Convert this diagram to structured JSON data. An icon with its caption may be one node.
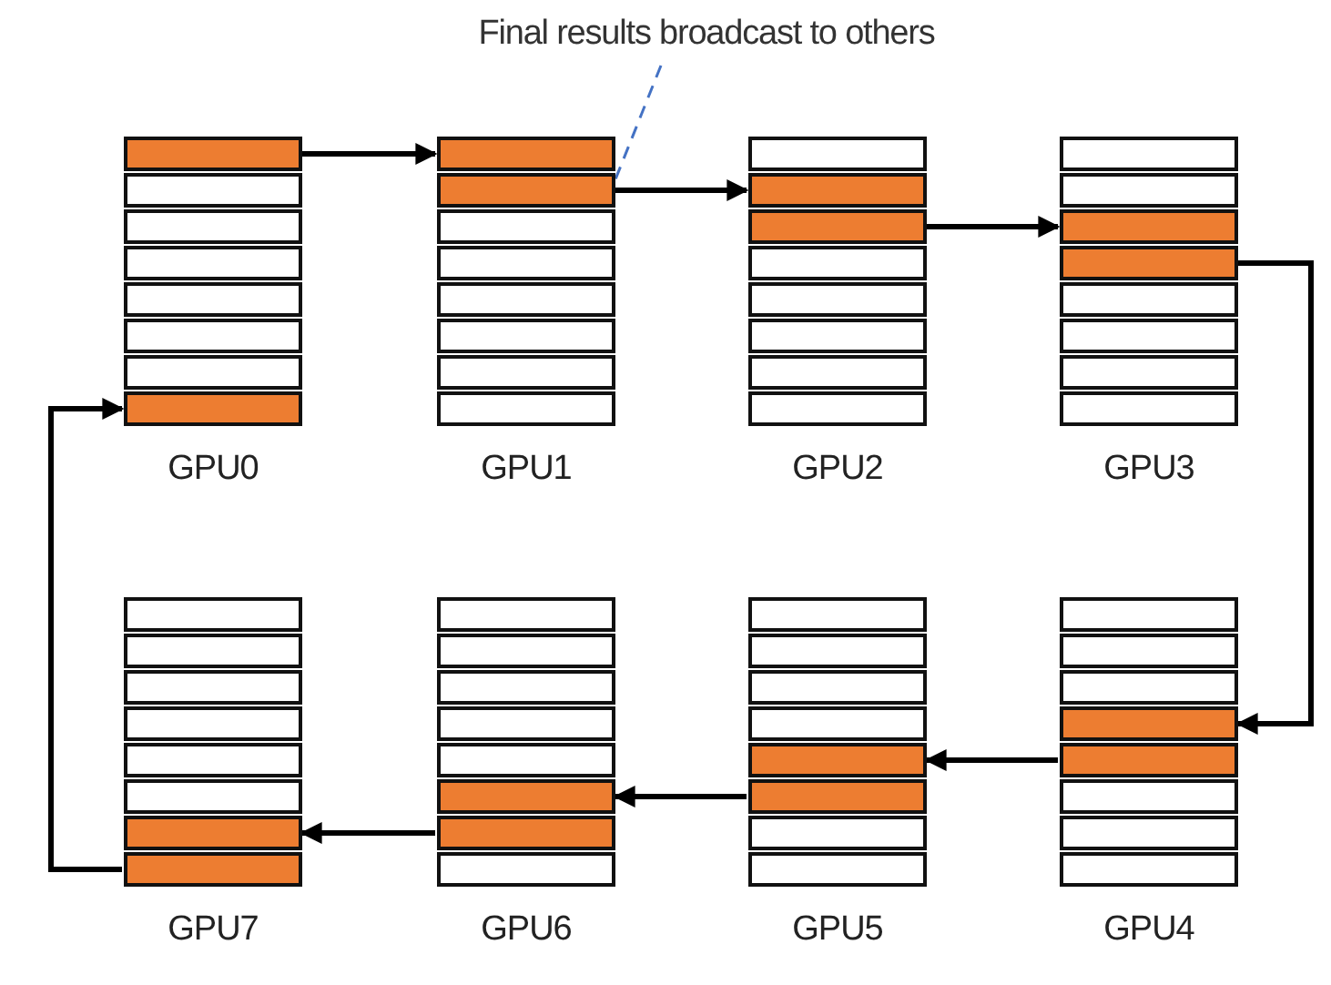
{
  "diagram": {
    "nodes": [
      {
        "text": [
          "Final results broadcast to others"
        ]
      },
      {
        "text": [
          "GPU0"
        ]
      },
      {
        "text": [
          "GPU1"
        ]
      },
      {
        "text": [
          "GPU2"
        ]
      },
      {
        "text": [
          "GPU3"
        ]
      },
      {
        "text": [
          "GPU4"
        ]
      },
      {
        "text": [
          "GPU5"
        ]
      },
      {
        "text": [
          "GPU6"
        ]
      },
      {
        "text": [
          "GPU7"
        ]
      }
    ],
    "edges": [
      {
        "from": 0,
        "to": 2,
        "arrow": "none",
        "style": "dashed",
        "color": "#4472c4"
      },
      {
        "from": 1,
        "to": 2,
        "arrow": "to"
      },
      {
        "from": 2,
        "to": 3,
        "arrow": "to"
      },
      {
        "from": 3,
        "to": 4,
        "arrow": "to"
      },
      {
        "from": 4,
        "to": 5,
        "arrow": "to"
      },
      {
        "from": 5,
        "to": 6,
        "arrow": "to"
      },
      {
        "from": 6,
        "to": 7,
        "arrow": "to"
      },
      {
        "from": 7,
        "to": 8,
        "arrow": "to"
      },
      {
        "from": 8,
        "to": 1,
        "arrow": "to"
      }
    ]
  }
}
